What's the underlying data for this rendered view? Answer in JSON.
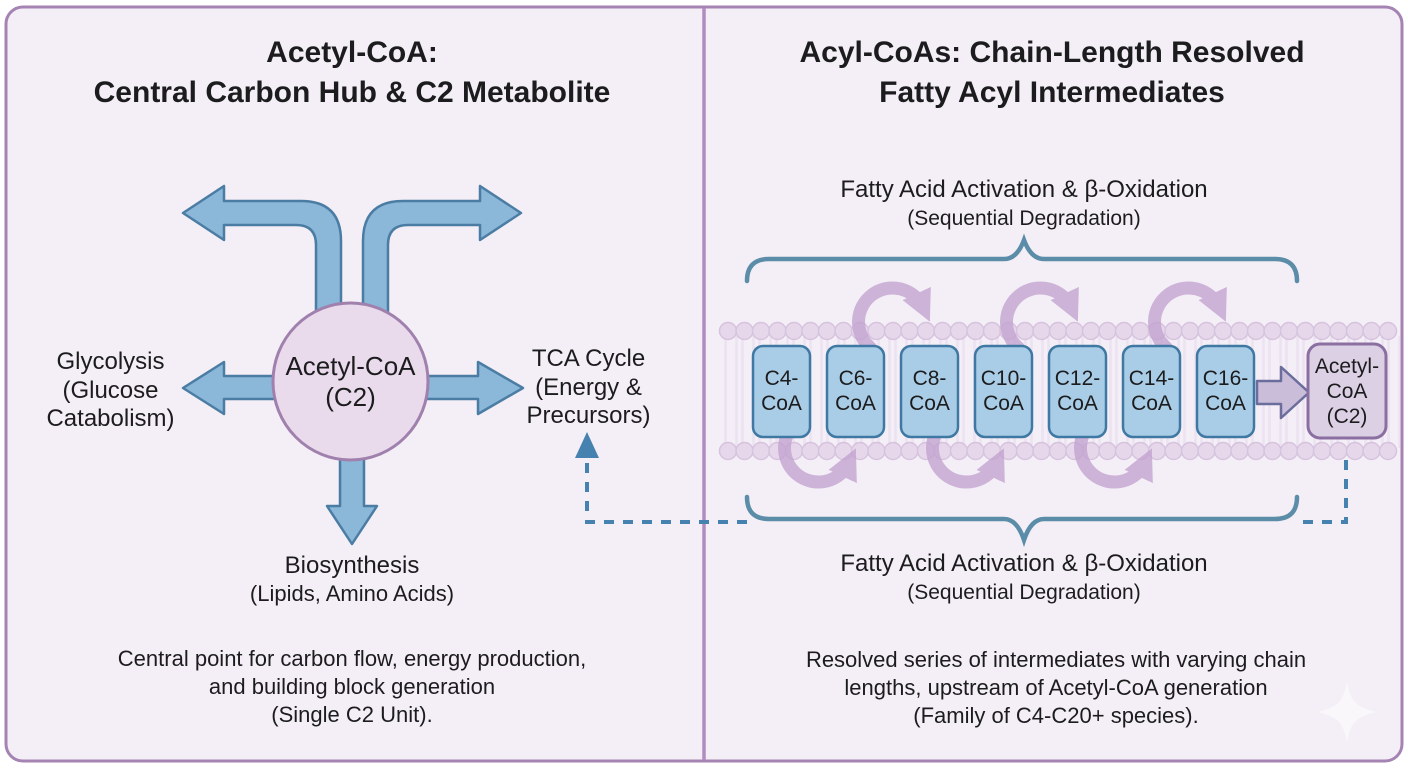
{
  "left_panel": {
    "title_line1": "Acetyl-CoA:",
    "title_line2": "Central Carbon Hub & C2 Metabolite",
    "hub": {
      "line1": "Acetyl-CoA",
      "line2": "(C2)"
    },
    "glycolysis": {
      "line1": "Glycolysis",
      "line2": "(Glucose",
      "line3": "Catabolism)"
    },
    "tca": {
      "line1": "TCA Cycle",
      "line2": "(Energy &",
      "line3": "Precursors)"
    },
    "biosynthesis": {
      "line1": "Biosynthesis",
      "line2": "(Lipids, Amino Acids)"
    },
    "caption_line1": "Central point for carbon flow, energy production,",
    "caption_line2": "and building block generation",
    "caption_line3": "(Single C2 Unit)."
  },
  "right_panel": {
    "title_line1": "Acyl-CoAs: Chain-Length Resolved",
    "title_line2": "Fatty Acyl Intermediates",
    "top_label_line1": "Fatty Acid Activation & β-Oxidation",
    "top_label_line2": "(Sequential Degradation)",
    "bottom_label_line1": "Fatty Acid Activation & β-Oxidation",
    "bottom_label_line2": "(Sequential Degradation)",
    "boxes": [
      {
        "top": "C4-",
        "bottom": "CoA"
      },
      {
        "top": "C6-",
        "bottom": "CoA"
      },
      {
        "top": "C8-",
        "bottom": "CoA"
      },
      {
        "top": "C10-",
        "bottom": "CoA"
      },
      {
        "top": "C12-",
        "bottom": "CoA"
      },
      {
        "top": "C14-",
        "bottom": "CoA"
      },
      {
        "top": "C16-",
        "bottom": "CoA"
      }
    ],
    "product_box": {
      "line1": "Acetyl-",
      "line2": "CoA",
      "line3": "(C2)"
    },
    "caption_line1": "Resolved series of intermediates with varying chain",
    "caption_line2": "lengths, upstream of Acetyl-CoA generation",
    "caption_line3": "(Family of C4-C20+ species)."
  },
  "colors": {
    "panel_bg": "#f4eff6",
    "panel_border": "#a583b3",
    "divider": "#b18cbe",
    "blue_arrow_fill": "#8bb7d8",
    "blue_arrow_stroke": "#4b7da4",
    "hub_fill": "#e9dbec",
    "hub_stroke": "#a081ae",
    "box_fill": "#a9cde6",
    "box_stroke": "#3f79a3",
    "product_fill": "#dcd0e5",
    "product_stroke": "#8b6fa1",
    "loop_purple": "#c3a3d0",
    "membrane_head": "#e4d4e9",
    "brace": "#5b8ca8",
    "dashed_arrow": "#4682b0",
    "text": "#1c1c1e"
  }
}
